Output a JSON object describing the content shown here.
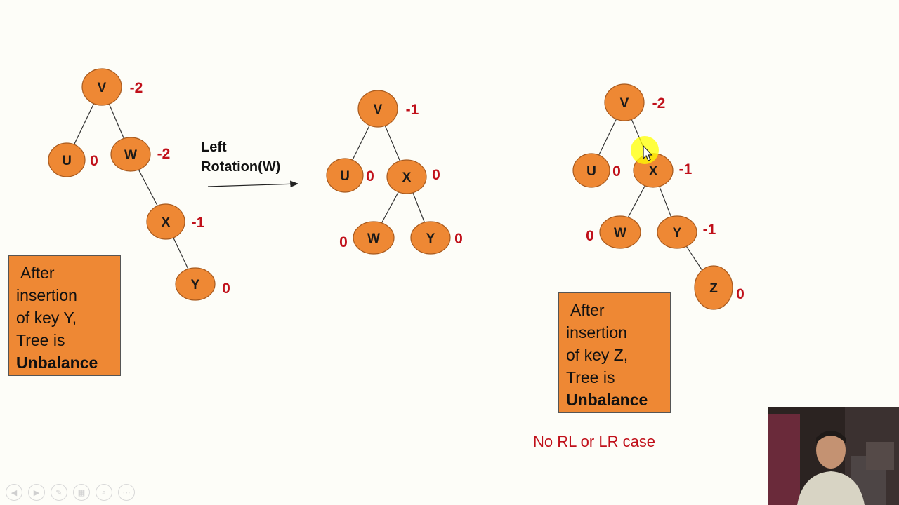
{
  "slide": {
    "trees": [
      {
        "name": "tree-1-unbalanced-after-y",
        "nodes": [
          {
            "key": "V",
            "bf": "-2"
          },
          {
            "key": "U",
            "bf": "0"
          },
          {
            "key": "W",
            "bf": "-2"
          },
          {
            "key": "X",
            "bf": "-1"
          },
          {
            "key": "Y",
            "bf": "0"
          }
        ]
      },
      {
        "name": "tree-2-after-rotation",
        "nodes": [
          {
            "key": "V",
            "bf": "-1"
          },
          {
            "key": "U",
            "bf": "0"
          },
          {
            "key": "X",
            "bf": "0"
          },
          {
            "key": "W",
            "bf": "0"
          },
          {
            "key": "Y",
            "bf": "0"
          }
        ]
      },
      {
        "name": "tree-3-unbalanced-after-z",
        "nodes": [
          {
            "key": "V",
            "bf": "-2"
          },
          {
            "key": "U",
            "bf": "0"
          },
          {
            "key": "X",
            "bf": "-1"
          },
          {
            "key": "W",
            "bf": "0"
          },
          {
            "key": "Y",
            "bf": "-1"
          },
          {
            "key": "Z",
            "bf": "0"
          }
        ]
      }
    ],
    "rotation": {
      "line1": "Left",
      "line2": "Rotation(W)"
    },
    "note1": {
      "lines": [
        "After",
        "insertion",
        "of key Y,",
        "Tree  is"
      ],
      "bold": "Unbalance"
    },
    "note2": {
      "lines": [
        "After",
        "insertion",
        "of key Z,",
        "Tree  is"
      ],
      "bold": "Unbalance"
    },
    "case_note": "No RL or LR case",
    "colors": {
      "node": "#ee8834",
      "balance_factor": "#c0101a",
      "pointer_highlight": "#ffff00"
    },
    "toolbar": {
      "icons": [
        "prev-icon",
        "next-icon",
        "pen-icon",
        "grid-icon",
        "zoom-icon",
        "more-icon"
      ]
    }
  }
}
